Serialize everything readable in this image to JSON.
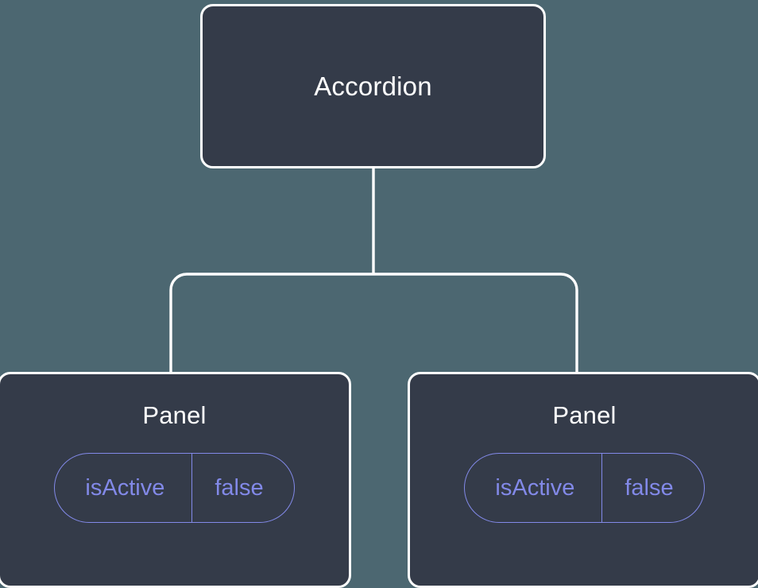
{
  "canvas": {
    "background_color": "#4c6771",
    "node_fill_color": "#343b49",
    "node_border_color": "#ffffff",
    "connector_color": "#ffffff",
    "prop_color": "#8289e8",
    "title_color": "#ffffff"
  },
  "tree": {
    "root": {
      "label": "Accordion"
    },
    "children": [
      {
        "label": "Panel",
        "props": [
          {
            "key": "isActive",
            "value": "false"
          }
        ]
      },
      {
        "label": "Panel",
        "props": [
          {
            "key": "isActive",
            "value": "false"
          }
        ]
      }
    ]
  }
}
